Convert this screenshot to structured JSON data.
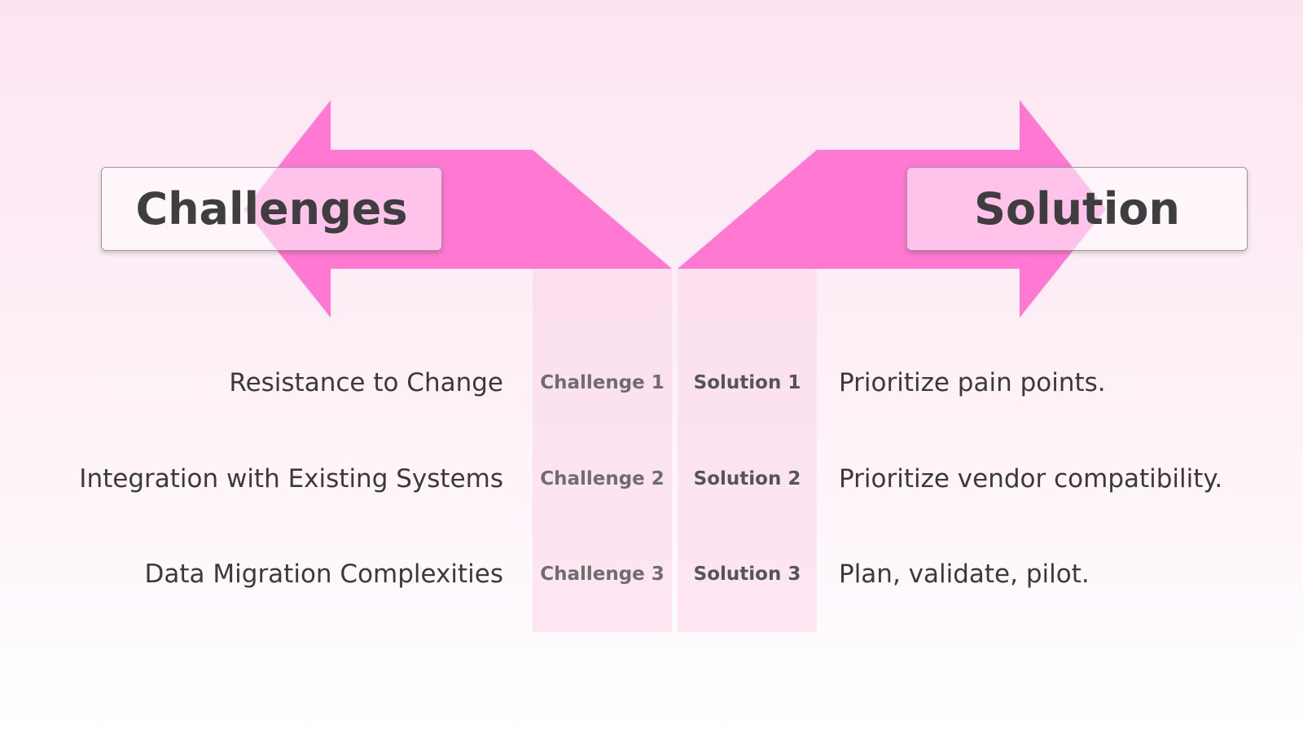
{
  "colors": {
    "arrow_pink": "#ff78d2",
    "band_pink": "#fcd6ea",
    "text_dark": "#3a3a3a"
  },
  "headers": {
    "left_title": "Challenges",
    "right_title": "Solution"
  },
  "rows": [
    {
      "challenge": "Resistance to Change",
      "challenge_tag": "Challenge 1",
      "solution_tag": "Solution 1",
      "solution": "Prioritize pain points."
    },
    {
      "challenge": "Integration with Existing Systems",
      "challenge_tag": "Challenge 2",
      "solution_tag": "Solution 2",
      "solution": "Prioritize vendor compatibility."
    },
    {
      "challenge": "Data Migration Complexities",
      "challenge_tag": "Challenge 3",
      "solution_tag": "Solution 3",
      "solution": "Plan, validate, pilot."
    }
  ]
}
